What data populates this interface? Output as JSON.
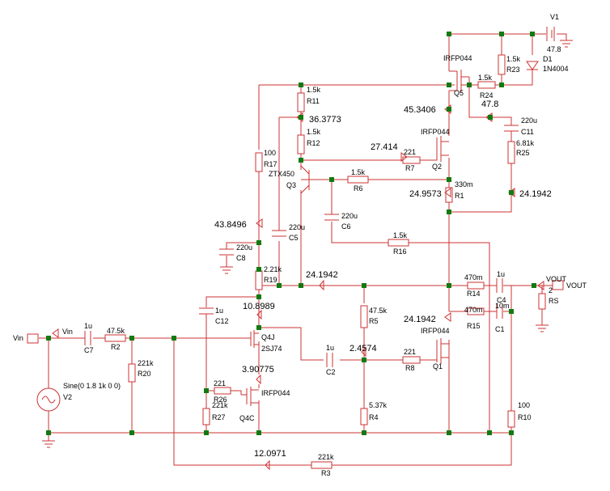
{
  "sources": {
    "V1": {
      "name": "V1",
      "value": "47.8"
    },
    "V2": {
      "name": "V2",
      "value": "Sine(0 1.8  1k 0 0)"
    },
    "D1": {
      "name": "D1",
      "value": "1N4004"
    }
  },
  "ports": {
    "in_port": "Vin",
    "in_net": "Vin",
    "out_net": "VOUT",
    "out_port": "VOUT",
    "out_pin": "2"
  },
  "resistors": {
    "R1": {
      "name": "R1",
      "value": "330m"
    },
    "R2": {
      "name": "R2",
      "value": "47.5k"
    },
    "R3": {
      "name": "R3",
      "value": "221k"
    },
    "R4": {
      "name": "R4",
      "value": "5.37k"
    },
    "R5": {
      "name": "R5",
      "value": "47.5k"
    },
    "R6": {
      "name": "R6",
      "value": "1.5k"
    },
    "R7": {
      "name": "R7",
      "value": "221"
    },
    "R8": {
      "name": "R8",
      "value": "221"
    },
    "R10": {
      "name": "R10",
      "value": "100"
    },
    "R11": {
      "name": "R11",
      "value": "1.5k"
    },
    "R12": {
      "name": "R12",
      "value": "1.5k"
    },
    "R14": {
      "name": "R14",
      "value": "470m"
    },
    "R15": {
      "name": "R15",
      "value": "470m"
    },
    "R16": {
      "name": "R16",
      "value": "1.5k"
    },
    "R17": {
      "name": "R17",
      "value": "100"
    },
    "R19": {
      "name": "R19",
      "value": "2.21k"
    },
    "R20": {
      "name": "R20",
      "value": "221k"
    },
    "R23": {
      "name": "R23",
      "value": "1.5k"
    },
    "R24": {
      "name": "R24",
      "value": "1.5k"
    },
    "R25": {
      "name": "R25",
      "value": "6.81k"
    },
    "R26": {
      "name": "R26",
      "value": "221"
    },
    "R27": {
      "name": "R27",
      "value": "221k"
    },
    "RS": {
      "name": "RS",
      "value": ""
    }
  },
  "capacitors": {
    "C1": {
      "name": "C1",
      "value": "10m"
    },
    "C2": {
      "name": "C2",
      "value": "1u"
    },
    "C4": {
      "name": "C4",
      "value": "1u"
    },
    "C5": {
      "name": "C5",
      "value": "220u"
    },
    "C6": {
      "name": "C6",
      "value": "220u"
    },
    "C7": {
      "name": "C7",
      "value": "1u"
    },
    "C8": {
      "name": "C8",
      "value": "220u"
    },
    "C11": {
      "name": "C11",
      "value": "220u"
    },
    "C12": {
      "name": "C12",
      "value": "1u"
    }
  },
  "transistors": {
    "Q1": {
      "name": "Q1",
      "part": "IRFP044"
    },
    "Q2": {
      "name": "Q2",
      "part": "IRFP044"
    },
    "Q3": {
      "name": "Q3",
      "part": "ZTX450"
    },
    "Q4J": {
      "name": "Q4J",
      "part": "2SJ74"
    },
    "Q4C": {
      "name": "Q4C",
      "part": "IRFP044"
    },
    "Q5": {
      "name": "Q5",
      "part": "IRFP044"
    }
  },
  "node_voltages": {
    "n_36": "36.3773",
    "n_45": "45.3406",
    "n_478": "47.8",
    "n_274": "27.414",
    "n_2495": "24.9573",
    "n_2419a": "24.1942",
    "n_43": "43.8496",
    "n_2419b": "24.1942",
    "n_108": "10.8989",
    "n_2419c": "24.1942",
    "n_245": "2.4574",
    "n_390": "3.90775",
    "n_120": "12.0971"
  },
  "colors": {
    "wire": "#cc3333",
    "junction": "#117a11",
    "text": "#000000",
    "background": "#ffffff"
  }
}
